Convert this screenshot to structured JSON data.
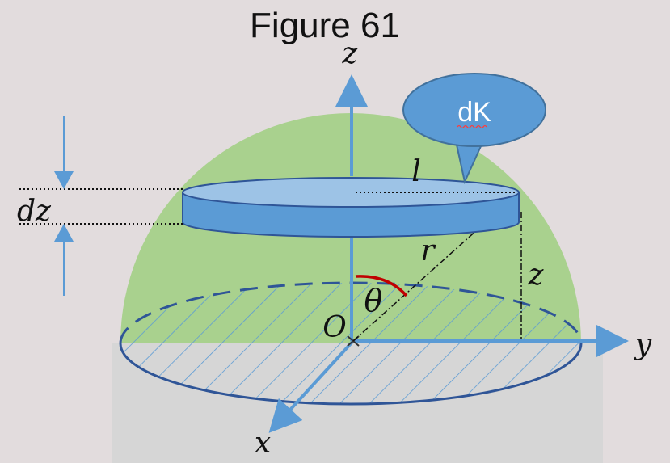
{
  "title": "Figure 61",
  "labels": {
    "axis_z": "z",
    "axis_y": "y",
    "axis_x": "x",
    "origin": "O",
    "radius": "r",
    "height": "z",
    "angle": "θ",
    "slice_radius": "l",
    "thickness": "dz",
    "callout": "dK"
  },
  "colors": {
    "background": "#e2dcdd",
    "hemisphere_fill": "#a9d18e",
    "base_fill": "#d6d6d6",
    "axis": "#5b9bd5",
    "disk_top": "#9dc3e6",
    "disk_side": "#5b9bd5",
    "disk_outline": "#2f5597",
    "hatch": "#5b9bd5",
    "angle_arc": "#c00000",
    "callout_fill": "#5b9bd5"
  }
}
